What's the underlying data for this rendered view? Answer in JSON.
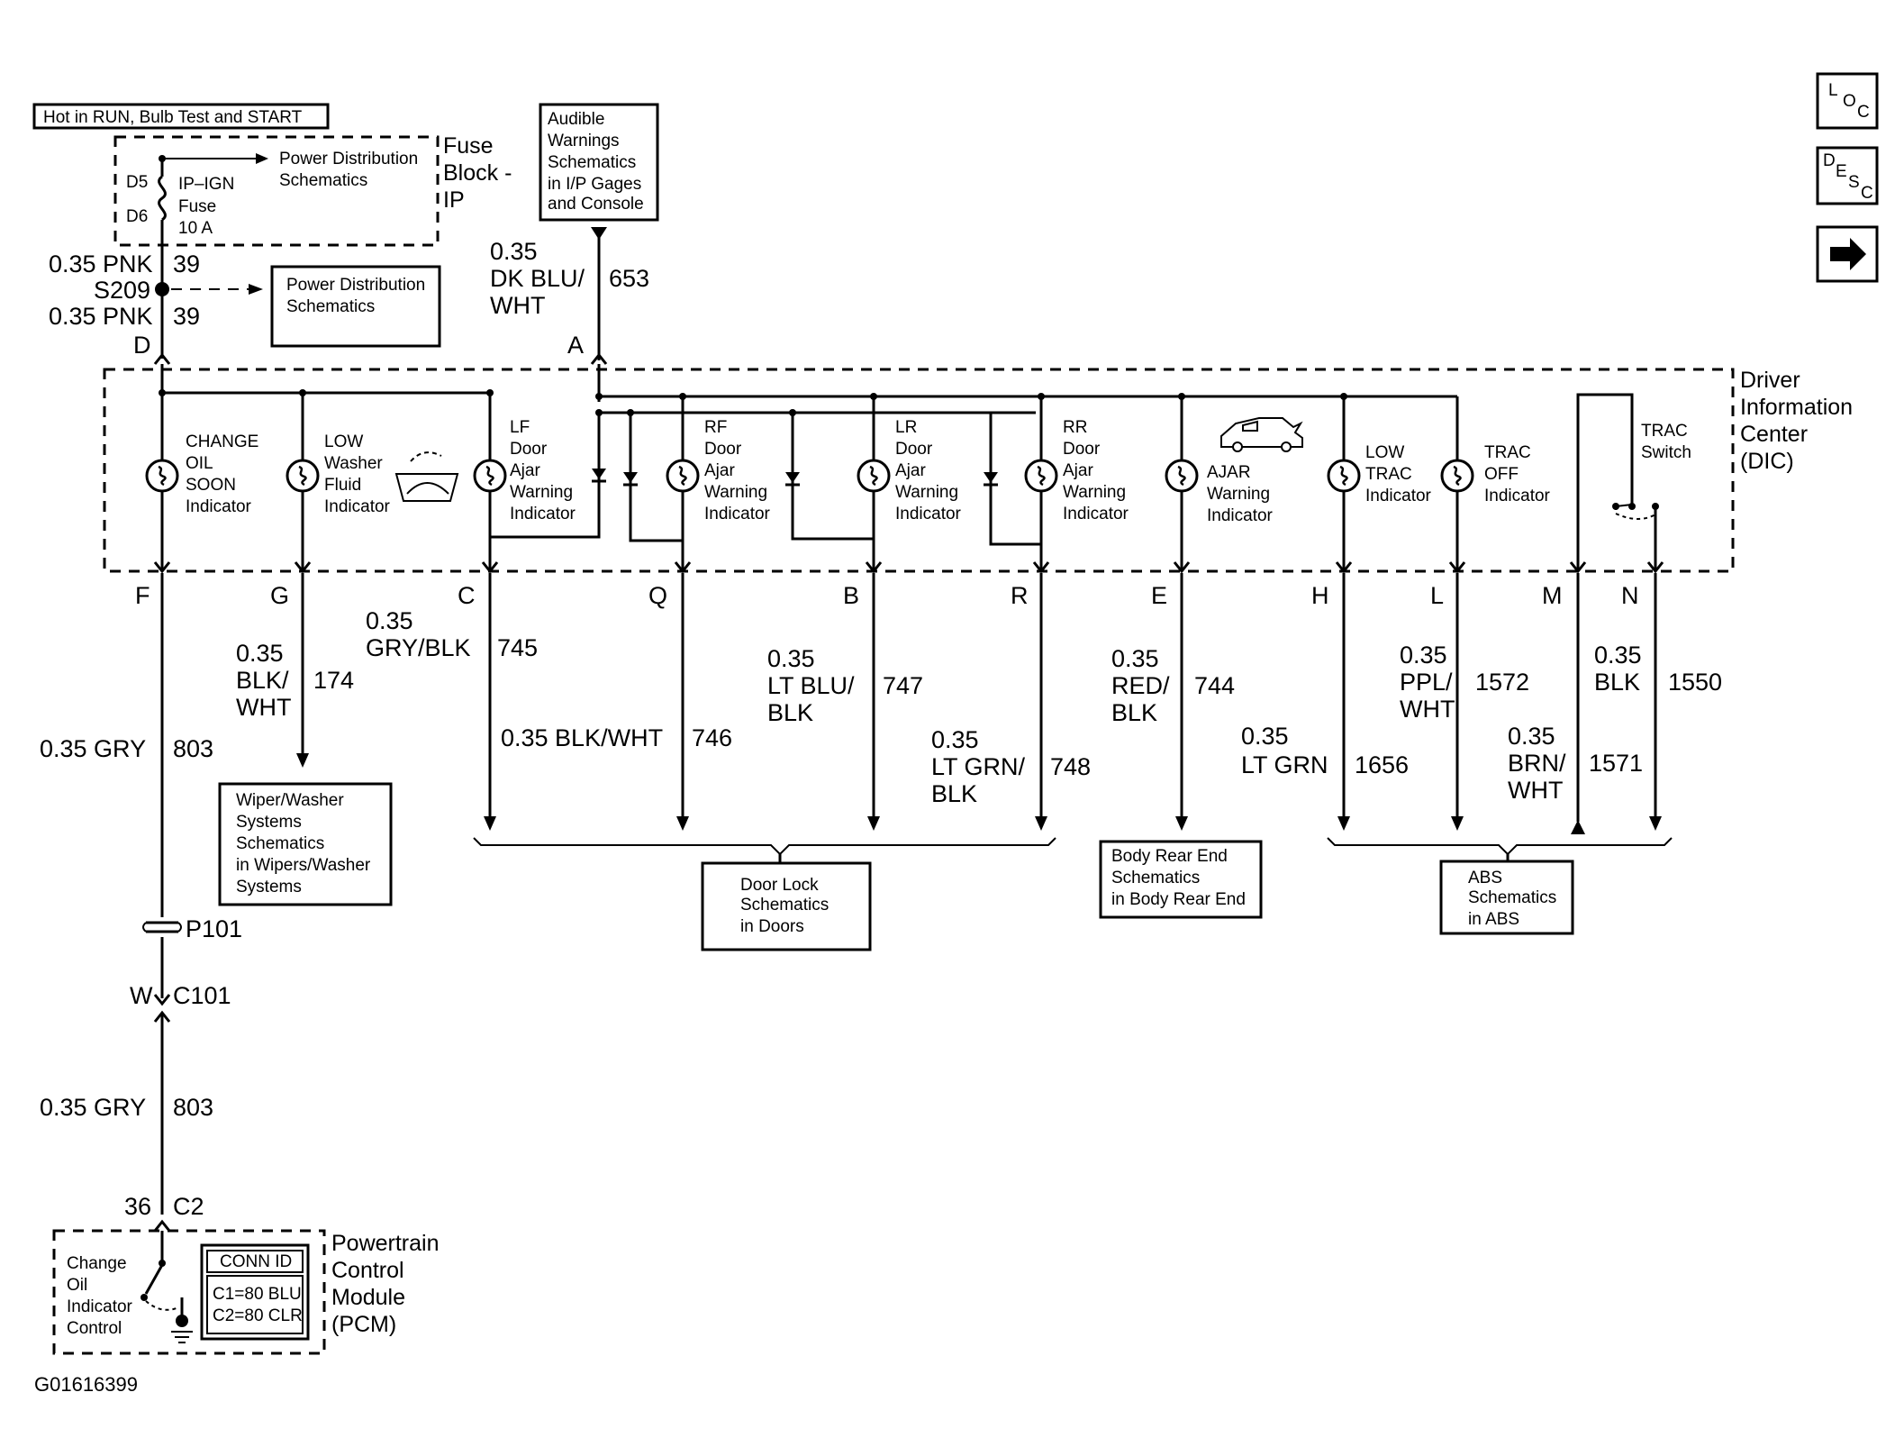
{
  "nav": {
    "loc_label_l": "L",
    "loc_label_o": "O",
    "loc_label_c": "C",
    "desc_label_d": "D",
    "desc_label_e": "E",
    "desc_label_s": "S",
    "desc_label_c": "C"
  },
  "hot_label": "Hot in RUN, Bulb Test and START",
  "fuse_block": {
    "title": [
      "Fuse",
      "Block -",
      "IP"
    ],
    "d5": "D5",
    "d6": "D6",
    "fuse_name": [
      "IP–IGN",
      "Fuse",
      "10 A"
    ],
    "power_dist": [
      "Power Distribution",
      "Schematics"
    ]
  },
  "splice": {
    "top_wire": "0.35 PNK",
    "top_circuit": "39",
    "name": "S209",
    "bottom_wire": "0.35 PNK",
    "bottom_circuit": "39",
    "ref_box": [
      "Power Distribution",
      "Schematics"
    ]
  },
  "audible_box": [
    "Audible",
    "Warnings",
    "Schematics",
    "in I/P Gages",
    "and Console"
  ],
  "audible_wire": [
    "0.35",
    "DK BLU/",
    "WHT"
  ],
  "audible_circuit": "653",
  "dic": {
    "title": [
      "Driver",
      "Information",
      "Center",
      "(DIC)"
    ],
    "top_pins": {
      "d": "D",
      "a": "A"
    },
    "indicators": {
      "change_oil": [
        "CHANGE",
        "OIL",
        "SOON",
        "Indicator"
      ],
      "low_washer": [
        "LOW",
        "Washer",
        "Fluid",
        "Indicator"
      ],
      "lf_door": [
        "LF",
        "Door",
        "Ajar",
        "Warning",
        "Indicator"
      ],
      "rf_door": [
        "RF",
        "Door",
        "Ajar",
        "Warning",
        "Indicator"
      ],
      "lr_door": [
        "LR",
        "Door",
        "Ajar",
        "Warning",
        "Indicator"
      ],
      "rr_door": [
        "RR",
        "Door",
        "Ajar",
        "Warning",
        "Indicator"
      ],
      "ajar": [
        "AJAR",
        "Warning",
        "Indicator"
      ],
      "low_trac": [
        "LOW",
        "TRAC",
        "Indicator"
      ],
      "trac_off": [
        "TRAC",
        "OFF",
        "Indicator"
      ],
      "trac_switch": [
        "TRAC",
        "Switch"
      ]
    },
    "bottom_pins": [
      "F",
      "G",
      "C",
      "Q",
      "B",
      "R",
      "E",
      "H",
      "L",
      "M",
      "N"
    ]
  },
  "wires": {
    "f1": [
      "0.35 GRY",
      "803"
    ],
    "g": [
      "0.35",
      "BLK/",
      "WHT",
      "174"
    ],
    "c": [
      "0.35",
      "GRY/BLK",
      "745"
    ],
    "q": [
      "0.35 BLK/WHT",
      "746"
    ],
    "b": [
      "0.35",
      "LT BLU/",
      "BLK",
      "747"
    ],
    "r": [
      "0.35",
      "LT GRN/",
      "BLK",
      "748"
    ],
    "e": [
      "0.35",
      "RED/",
      "BLK",
      "744"
    ],
    "h": [
      "0.35",
      "LT GRN",
      "1656"
    ],
    "l": [
      "0.35",
      "PPL/",
      "WHT",
      "1572"
    ],
    "m": [
      "0.35",
      "BRN/",
      "WHT",
      "1571"
    ],
    "n": [
      "0.35",
      "BLK",
      "1550"
    ],
    "f2": [
      "0.35 GRY",
      "803"
    ]
  },
  "refs": {
    "wiper": [
      "Wiper/Washer",
      "Systems",
      "Schematics",
      "in Wipers/Washer",
      "Systems"
    ],
    "door_lock": [
      "Door Lock",
      "Schematics",
      "in Doors"
    ],
    "body_rear": [
      "Body Rear End",
      "Schematics",
      "in Body Rear End"
    ],
    "abs": [
      "ABS",
      "Schematics",
      "in ABS"
    ]
  },
  "connectors": {
    "p101": "P101",
    "c101_pin": "W",
    "c101": "C101",
    "c2_pin": "36",
    "c2": "C2"
  },
  "pcm": {
    "title": [
      "Powertrain",
      "Control",
      "Module",
      "(PCM)"
    ],
    "control": [
      "Change",
      "Oil",
      "Indicator",
      "Control"
    ],
    "conn_id_title": "CONN ID",
    "conn_id_rows": [
      "C1=80 BLU",
      "C2=80 CLR"
    ]
  },
  "figure_id": "G01616399"
}
